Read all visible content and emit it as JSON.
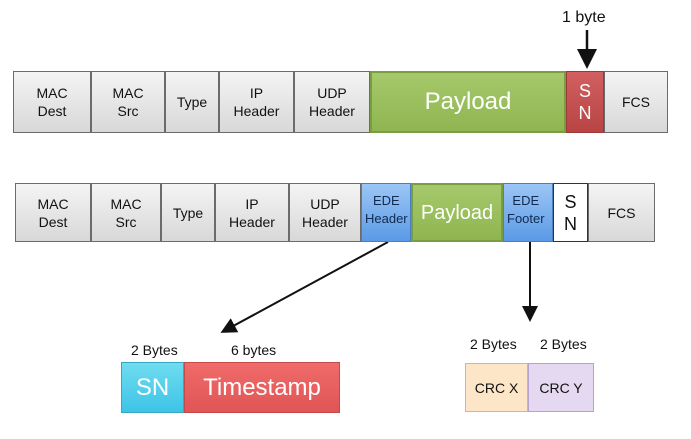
{
  "frame1": {
    "annotation": "1 byte",
    "fields": {
      "mac_dest": "MAC\nDest",
      "mac_src": "MAC\nSrc",
      "type": "Type",
      "ip_header": "IP\nHeader",
      "udp_header": "UDP\nHeader",
      "payload": "Payload",
      "sn": "S\nN",
      "fcs": "FCS"
    }
  },
  "frame2": {
    "fields": {
      "mac_dest": "MAC\nDest",
      "mac_src": "MAC\nSrc",
      "type": "Type",
      "ip_header": "IP\nHeader",
      "udp_header": "UDP\nHeader",
      "ede_header": "EDE\nHeader",
      "payload": "Payload",
      "ede_footer": "EDE\nFooter",
      "sn": "S\nN",
      "fcs": "FCS"
    }
  },
  "header_detail": {
    "sn_size": "2 Bytes",
    "timestamp_size": "6 bytes",
    "sn": "SN",
    "timestamp": "Timestamp"
  },
  "footer_detail": {
    "crc_x_size": "2 Bytes",
    "crc_y_size": "2 Bytes",
    "crc_x": "CRC X",
    "crc_y": "CRC Y"
  },
  "colors": {
    "payload": "#9bbf5e",
    "sn_red": "#c24d4d",
    "ede_blue": "#6aa3e8",
    "sn_cyan": "#48c9e8",
    "timestamp": "#e65c5c",
    "crc_x": "#fde5c8",
    "crc_y": "#e4d9f0"
  }
}
